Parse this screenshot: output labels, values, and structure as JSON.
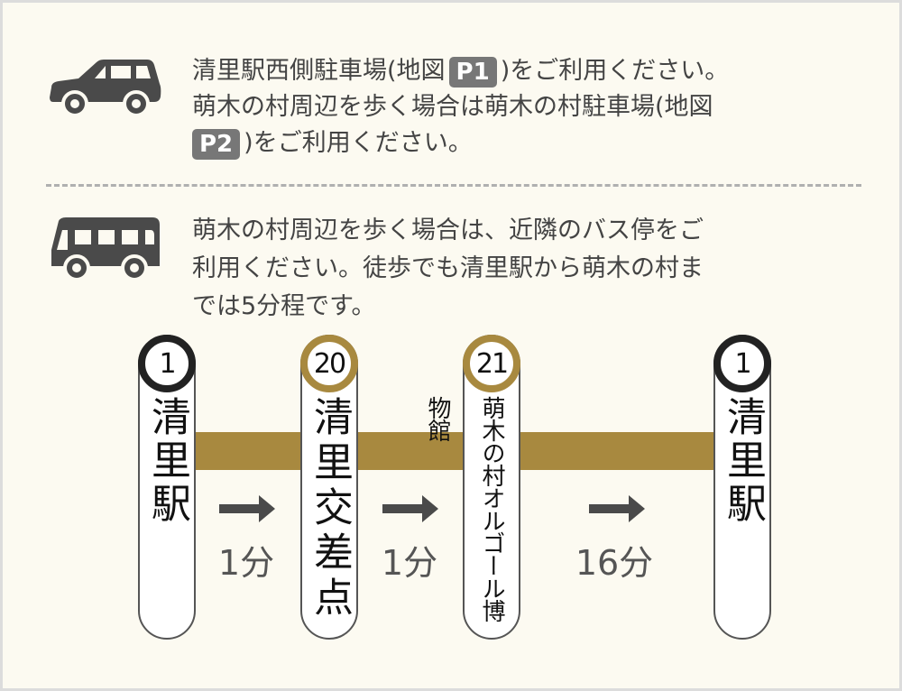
{
  "car": {
    "icon": "car-icon",
    "line1_a": "清里駅西側駐車場(地図",
    "badge1": "P1",
    "line1_b": ")をご利用ください。",
    "line2": "萌木の村周辺を歩く場合は萌木の村駐車場(地図",
    "badge2": "P2",
    "line3": ")をご利用ください。"
  },
  "bus": {
    "icon": "bus-icon",
    "line1": "萌木の村周辺を歩く場合は、近隣のバス停をご",
    "line2": "利用ください。徒歩でも清里駅から萌木の村ま",
    "line3": "では5分程です。"
  },
  "route": {
    "line_color": "#a8893f",
    "stops": [
      {
        "number": "1",
        "name": "清里駅"
      },
      {
        "number": "20",
        "name": "清里交差点"
      },
      {
        "number": "21",
        "name": "萌木の村オルゴール博物館"
      },
      {
        "number": "1",
        "name": "清里駅"
      }
    ],
    "times": [
      "1分",
      "1分",
      "16分"
    ]
  }
}
